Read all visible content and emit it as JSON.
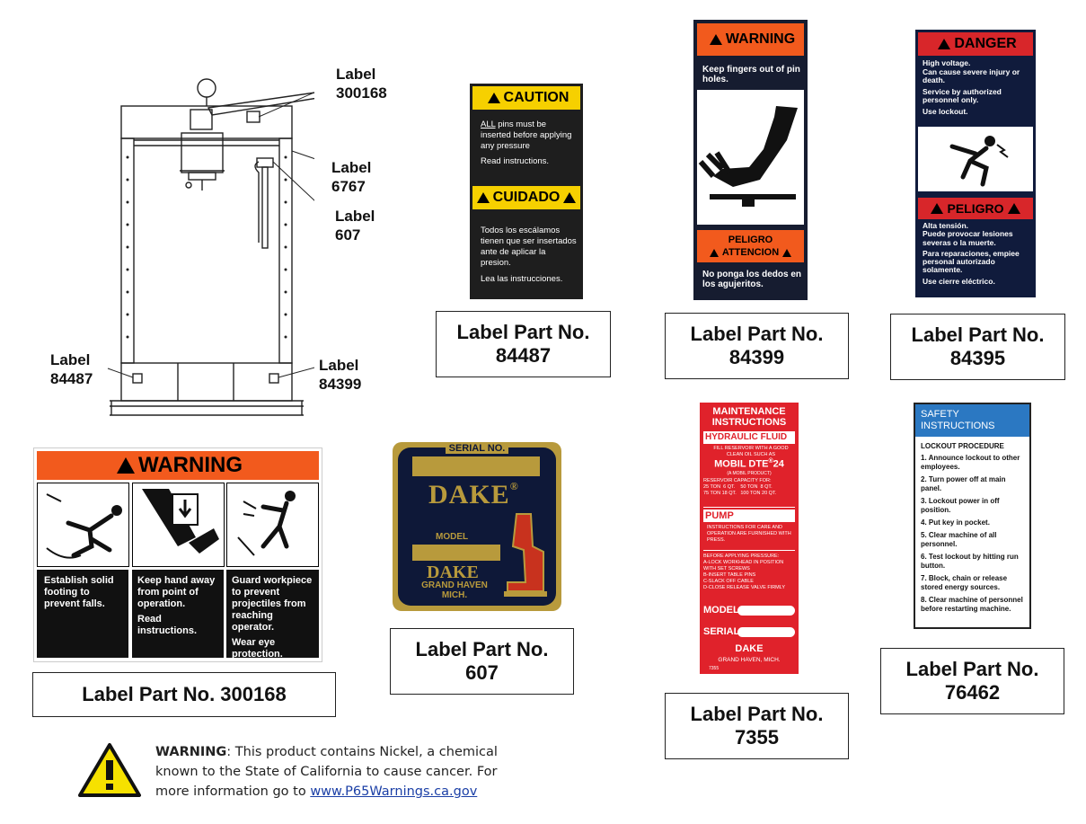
{
  "callouts": {
    "c300168": "Label\n300168",
    "c6767": "Label\n6767",
    "c607": "Label\n607",
    "c84487": "Label\n84487",
    "c84399": "Label\n84399"
  },
  "caution_label": {
    "header": "CAUTION",
    "body_en_underlined": "ALL",
    "body_en": " pins must be inserted before applying any pressure",
    "read_en": "Read instructions.",
    "header_es": "CUIDADO",
    "body_es": "Todos los escálamos tienen que ser insertados ante de aplicar la presion.",
    "read_es": "Lea las instrucciones."
  },
  "warning_pin_label": {
    "header": "WARNING",
    "body_en": "Keep fingers out of pin holes.",
    "header_es_1": "PELIGRO",
    "header_es_2": "ATTENCION",
    "body_es": "No ponga los dedos en los agujeritos."
  },
  "danger_label": {
    "header": "DANGER",
    "line1": "High voltage.",
    "line2": "Can cause severe injury or death.",
    "line3": "Service by authorized personnel only.",
    "line4": "Use lockout.",
    "header_es": "PELIGRO",
    "es1": "Alta tensión.",
    "es2": "Puede provocar lesiones severas o la muerte.",
    "es3": "Para reparaciones, empiee personal autorizado solamente.",
    "es4": "Use cierre eléctrico."
  },
  "warning_big_label": {
    "header": "WARNING",
    "panel1": "Establish solid footing to prevent falls.",
    "panel2a": "Keep hand away from point of operation.",
    "panel2b": "Read instructions.",
    "panel3a": "Guard workpiece to prevent projectiles from reaching operator.",
    "panel3b": "Wear eye protection."
  },
  "plate_607": {
    "serial": "SERIAL NO.",
    "brand": "DAKE",
    "registered": "®",
    "model": "MODEL",
    "brand2": "DAKE",
    "city1": "GRAND HAVEN",
    "city2": "MICH."
  },
  "maintenance_label": {
    "title1": "MAINTENANCE",
    "title2": "INSTRUCTIONS",
    "hydraulic": "HYDRAULIC FLUID",
    "fill": "FILL RESERVOIR WITH A GOOD CLEAN OIL SUCH AS",
    "mobil": "MOBIL DTE",
    "mobil_sup": "®",
    "mobil_num": "24",
    "mobil_note": "(A MOBIL PRODUCT)",
    "capacity": "RESERVOIR CAPACITY FOR:",
    "cap_row1": "25 TON  6 QT.    50 TON  8 QT.",
    "cap_row2": "75 TON 18 QT.   100 TON 20 QT.",
    "pump": "PUMP",
    "pump_text": "INSTRUCTIONS FOR CARE AND OPERATION ARE FURNISHED WITH PRESS.",
    "before": "BEFORE APPLYING PRESSURE:",
    "stepA": "A-LOCK WORKHEAD IN POSITION WITH SET SCREWS",
    "stepB": "B-INSERT TABLE PINS",
    "stepC": "C-SLACK OFF CABLE",
    "stepD": "D-CLOSE RELEASE VALVE FIRMLY",
    "model": "MODEL",
    "serial": "SERIAL",
    "brand": "DAKE",
    "city": "GRAND HAVEN, MICH.",
    "partno": "7355"
  },
  "safety_label": {
    "title1": "SAFETY",
    "title2": "INSTRUCTIONS",
    "procedure": "LOCKOUT PROCEDURE",
    "steps": [
      "1. Announce lockout to other employees.",
      "2. Turn power off at main panel.",
      "3. Lockout power in off position.",
      "4. Put key in pocket.",
      "5. Clear machine of all personnel.",
      "6. Test lockout by hitting run button.",
      "7. Block, chain or release stored energy sources.",
      "8. Clear machine of personnel before restarting machine."
    ]
  },
  "captions": {
    "cap84487": [
      "Label Part No.",
      "84487"
    ],
    "cap84399": [
      "Label Part No.",
      "84399"
    ],
    "cap84395": [
      "Label Part No.",
      "84395"
    ],
    "cap300168": "Label Part No. 300168",
    "cap607": [
      "Label Part No.",
      "607"
    ],
    "cap7355": [
      "Label Part No.",
      "7355"
    ],
    "cap76462": [
      "Label Part No.",
      "76462"
    ]
  },
  "prop65": {
    "lead": "WARNING",
    "text": ": This product contains Nickel, a chemical known to the State of California to cause cancer. For more information go to ",
    "link": "www.P65Warnings.ca.gov"
  },
  "colors": {
    "caution_yellow": "#f6d000",
    "warning_orange": "#f25a1d",
    "danger_red": "#d8262a",
    "maintenance_red": "#e0222b",
    "safety_blue": "#2b78c2",
    "dark_navy": "#101b3c",
    "brass": "#b89a3c"
  },
  "icons": [
    "press-diagram",
    "warning-triangle-icon",
    "pinch-hand-icon",
    "electric-shock-icon",
    "fall-icon",
    "crush-hand-icon",
    "projectile-icon",
    "press-logo-icon"
  ]
}
